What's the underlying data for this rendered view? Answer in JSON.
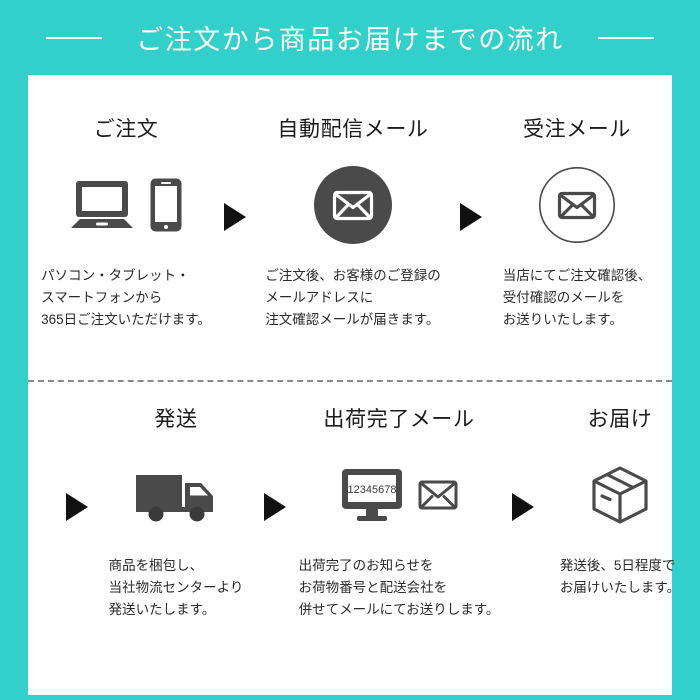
{
  "header": {
    "title": "ご注文から商品お届けまでの流れ",
    "rule_left": "rule",
    "rule_right": "rule"
  },
  "theme": {
    "accent": "#33cfca",
    "panel_bg": "#ffffff",
    "icon_color": "#4a4a4a",
    "text_color": "#1c1c1c",
    "arrow_color": "#111111",
    "divider_color": "#8a8a8a"
  },
  "rows": [
    {
      "steps": [
        {
          "title": "ご注文",
          "icons": [
            "laptop-icon",
            "smartphone-icon"
          ],
          "desc_lines": [
            "パソコン・タブレット・",
            "スマートフォンから",
            "365日ご注文いただけます。"
          ]
        },
        {
          "title": "自動配信メール",
          "icons": [
            "mail-circle-filled-icon"
          ],
          "desc_lines": [
            "ご注文後、お客様のご登録の",
            "メールアドレスに",
            "注文確認メールが届きます。"
          ]
        },
        {
          "title": "受注メール",
          "icons": [
            "mail-circle-outline-icon"
          ],
          "desc_lines": [
            "当店にてご注文確認後、",
            "受付確認のメールを",
            "お送りいたします。"
          ]
        }
      ]
    },
    {
      "steps": [
        {
          "title": "発送",
          "icons": [
            "truck-icon"
          ],
          "desc_lines": [
            "商品を梱包し、",
            "当社物流センターより",
            "発送いたします。"
          ]
        },
        {
          "title": "出荷完了メール",
          "icons": [
            "monitor-tracking-icon",
            "mail-outline-icon"
          ],
          "tracking_number": "12345678",
          "desc_lines": [
            "出荷完了のお知らせを",
            "お荷物番号と配送会社を",
            "併せてメールにてお送りします。"
          ]
        },
        {
          "title": "お届け",
          "icons": [
            "package-box-icon"
          ],
          "desc_lines": [
            "発送後、5日程度で",
            "お届けいたします。"
          ]
        }
      ]
    }
  ]
}
